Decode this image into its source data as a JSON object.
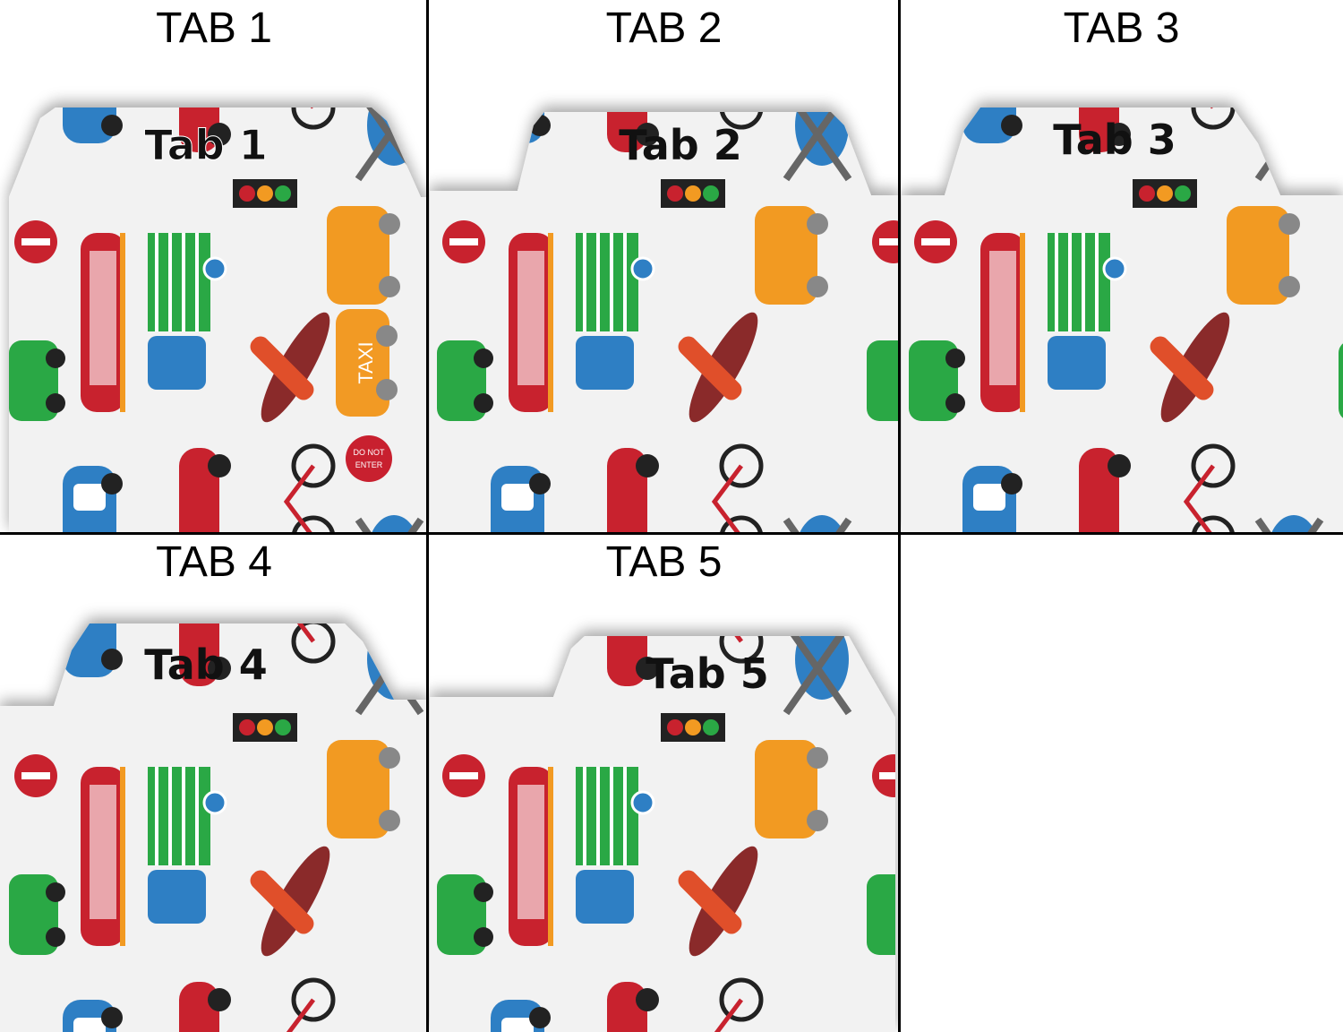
{
  "panels": [
    {
      "header": "TAB 1",
      "tab_label": "Tab 1"
    },
    {
      "header": "TAB 2",
      "tab_label": "Tab 2"
    },
    {
      "header": "TAB 3",
      "tab_label": "Tab 3"
    },
    {
      "header": "TAB 4",
      "tab_label": "Tab 4"
    },
    {
      "header": "TAB 5",
      "tab_label": "Tab 5"
    }
  ],
  "pattern": {
    "taxi_text": "TAXI",
    "sign_line1": "DO NOT",
    "sign_line2": "ENTER"
  },
  "colors": {
    "background": "#f2f2f2",
    "red": "#c8202f",
    "blue": "#2f7fc4",
    "green": "#2aa844",
    "orange": "#f29a24",
    "dark": "#222222"
  }
}
